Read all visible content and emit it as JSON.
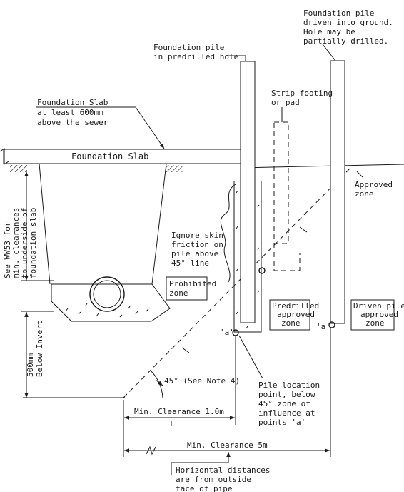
{
  "labels": {
    "driven_pile_top": [
      "Foundation pile",
      "driven into ground.",
      "Hole may be",
      "partially drilled."
    ],
    "predrilled_pile": [
      "Foundation pile",
      "in predrilled hole."
    ],
    "strip_footing": [
      "Strip footing",
      "or pad"
    ],
    "slab_note": [
      "Foundation Slab",
      "at least 600mm",
      "above the sewer"
    ],
    "slab_name": "Foundation Slab",
    "approved_zone": [
      "Approved",
      "zone"
    ],
    "clearance_note": [
      "See WW53 for",
      "min. clearances",
      "to underside of",
      "foundation slab"
    ],
    "skin_friction": [
      "Ignore skin",
      "friction on",
      "pile above",
      "45° line"
    ],
    "prohibited_zone": [
      "Prohibited",
      "zone"
    ],
    "predrilled_approved": [
      "Predrilled",
      "approved",
      "zone"
    ],
    "driven_approved": [
      "Driven pile",
      "approved",
      "zone"
    ],
    "point_a_left": "'a'",
    "point_a_right": "'a'",
    "below_invert": [
      "500mm",
      "Below Invert"
    ],
    "angle_note": "45° (See Note 4)",
    "pile_location": [
      "Pile location",
      "point, below",
      "45° zone of",
      "influence at",
      "points 'a'"
    ],
    "min_clearance_1": "Min. Clearance 1.0m",
    "min_clearance_5": "Min. Clearance 5m",
    "horizontal_note": [
      "Horizontal distances",
      "are from outside",
      "face of pipe"
    ]
  }
}
